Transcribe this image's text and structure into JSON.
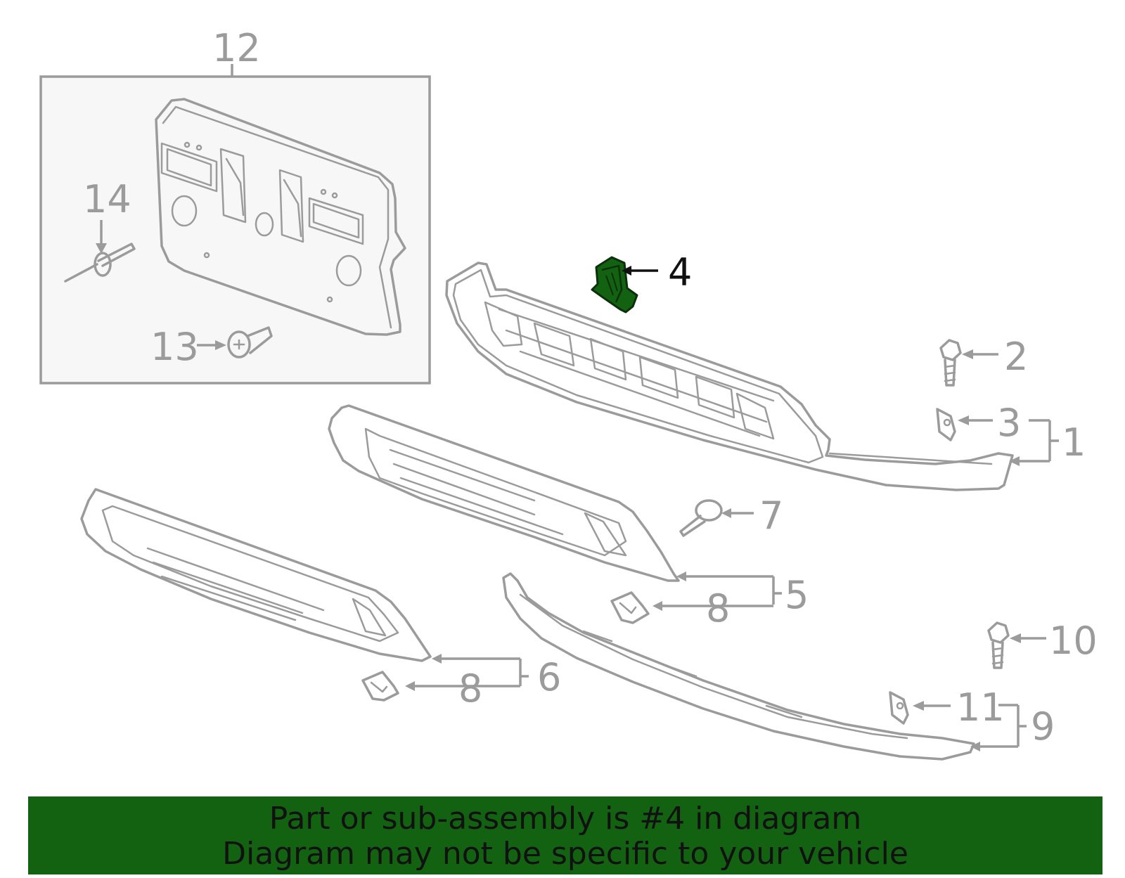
{
  "callouts": {
    "c1": "1",
    "c2": "2",
    "c3": "3",
    "c4": "4",
    "c5": "5",
    "c6": "6",
    "c7": "7",
    "c8a": "8",
    "c8b": "8",
    "c9": "9",
    "c10": "10",
    "c11": "11",
    "c12": "12",
    "c13": "13",
    "c14": "14"
  },
  "highlighted_part": "4",
  "colors": {
    "highlight": "#136212",
    "line": "#9b9b9b",
    "banner": "#136212"
  },
  "banner": {
    "line1": "Part or sub-assembly is #4 in diagram",
    "line2": "Diagram may not be specific to your vehicle"
  }
}
